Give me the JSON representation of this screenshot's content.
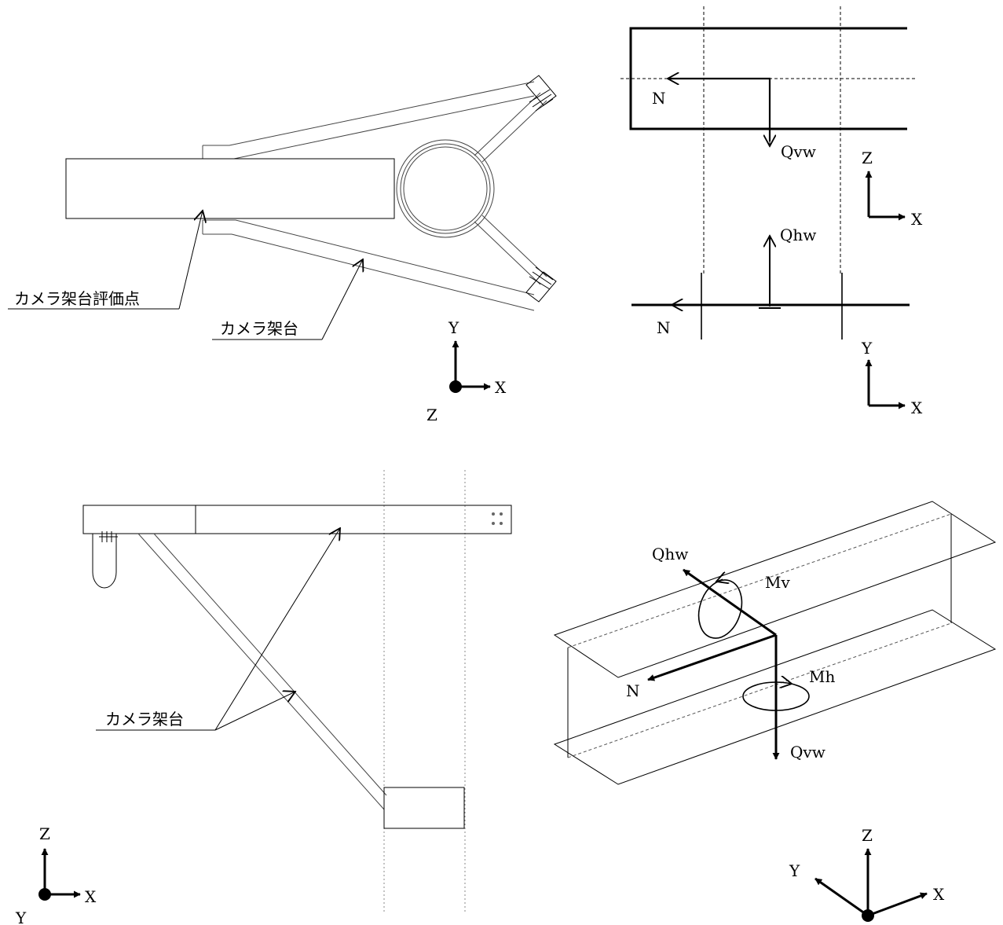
{
  "top_left": {
    "label_eval_point": "カメラ架台評価点",
    "label_frame": "カメラ架台",
    "axes": {
      "y": "Y",
      "x": "X",
      "z": "Z"
    }
  },
  "top_right": {
    "upper": {
      "n": "N",
      "q": "Qvw"
    },
    "upper_axes": {
      "vertical": "Z",
      "horizontal": "X"
    },
    "lower": {
      "n": "N",
      "q": "Qhw"
    },
    "lower_axes": {
      "vertical": "Y",
      "horizontal": "X"
    }
  },
  "bottom_left": {
    "label_frame": "カメラ架台",
    "axes": {
      "z": "Z",
      "x": "X",
      "y": "Y"
    }
  },
  "bottom_right": {
    "forces": {
      "qhw": "Qhw",
      "mv": "Mv",
      "n": "N",
      "mh": "Mh",
      "qvw": "Qvw"
    },
    "axes": {
      "z": "Z",
      "y": "Y",
      "x": "X"
    }
  }
}
